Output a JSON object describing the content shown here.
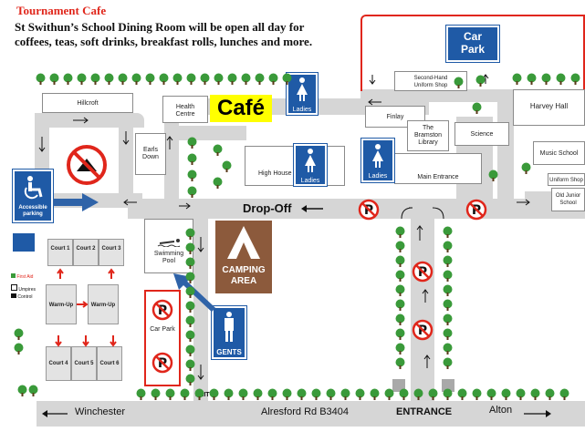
{
  "header": {
    "title": "Tournament Cafe",
    "line1": "St Swithun’s School Dining Room will be open all day for",
    "line2": "coffees, teas, soft drinks, breakfast rolls, lunches and more."
  },
  "signs": {
    "car_park_big": [
      "Car",
      "Park"
    ],
    "cafe": "Café",
    "ladies": "Ladies",
    "accessible": [
      "Accessible",
      "parking"
    ],
    "drop_off": "Drop-Off",
    "camping": [
      "CAMPING",
      "AREA"
    ],
    "gents": "GENTS"
  },
  "buildings": {
    "hillcroft": "Hillcroft",
    "health_centre": [
      "Health",
      "Centre"
    ],
    "earls_down": [
      "Earls",
      "Down"
    ],
    "high_house": "High House",
    "second_hand": [
      "Second-Hand",
      "Uniform Shop"
    ],
    "finlay": "Finlay",
    "bramston": [
      "The",
      "Bramston",
      "Library"
    ],
    "science": "Science",
    "main_entrance": "Main Entrance",
    "harvey_hall": "Harvey Hall",
    "music_school": "Music School",
    "uniform_shop": "Uniform Shop",
    "old_junior": [
      "Old Junior",
      "School"
    ],
    "swimming_pool": [
      "Swimming",
      "Pool"
    ],
    "car_park_small": "Car Park",
    "exit": "EXIT"
  },
  "courts": {
    "c1": "Court 1",
    "c2": "Court 2",
    "c3": "Court 3",
    "w1": "Warm-Up",
    "w2": "Warm-Up",
    "c4": "Court 4",
    "c5": "Court 5",
    "c6": "Court 6"
  },
  "legend": {
    "first_aid": "First Aid",
    "umpires": "Umpires",
    "control": "Control"
  },
  "road": {
    "winchester": "Winchester",
    "alresford": "Alresford Rd B3404",
    "entrance": "ENTRANCE",
    "alton": "Alton"
  },
  "colors": {
    "sign_blue": "#1f5aa6",
    "cafe_yellow": "#ffff00",
    "camping_brown": "#8c5a3c",
    "tree_green": "#3a9a3a",
    "road_grey": "#d6d6d6",
    "accent_red": "#e0261b"
  },
  "icons": [
    "tree-icon",
    "no-parking-icon",
    "no-camping-icon",
    "wheelchair-icon",
    "female-icon",
    "male-icon",
    "tent-icon",
    "swimmer-icon",
    "arrow-icon"
  ]
}
